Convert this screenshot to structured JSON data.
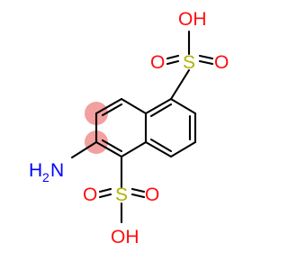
{
  "molecule": {
    "colors": {
      "bond": "#000000",
      "oxygen": "#ff0d0d",
      "sulfur": "#b2b200",
      "nitrogen": "#0000ff",
      "highlight": "#f2a0a0"
    },
    "labels": {
      "top_oh": "OH",
      "top_o_left": "O",
      "top_s": "S",
      "top_o_right": "O",
      "amine_h": "H",
      "amine_sub": "2",
      "amine_n": "N",
      "bottom_o_left": "O",
      "bottom_s": "S",
      "bottom_o_right": "O",
      "bottom_oh": "OH"
    }
  }
}
